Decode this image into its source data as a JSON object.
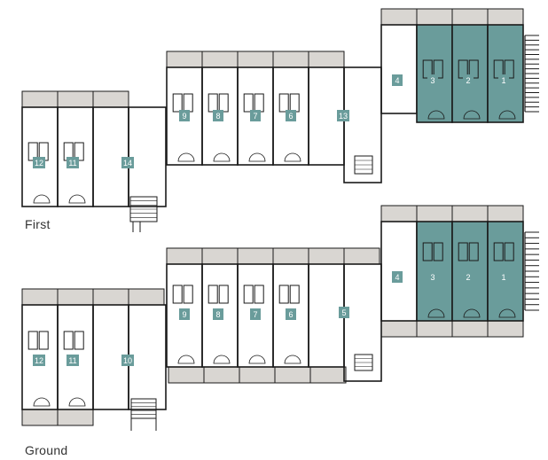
{
  "colors": {
    "wall": "#1a1a1a",
    "terrace": "#d9d6d2",
    "highlight": "#6a9c9b",
    "badge": "#6a9c9b",
    "badge_text": "#ffffff",
    "background": "#ffffff"
  },
  "floors": {
    "first": {
      "label": "First",
      "units": [
        "1",
        "2",
        "3",
        "4",
        "6",
        "7",
        "8",
        "9",
        "11",
        "12",
        "13",
        "14"
      ],
      "highlighted_units": [
        "1",
        "2",
        "3"
      ]
    },
    "ground": {
      "label": "Ground",
      "units": [
        "1",
        "2",
        "3",
        "4",
        "5",
        "6",
        "7",
        "8",
        "9",
        "10",
        "11",
        "12"
      ],
      "highlighted_units": [
        "1",
        "2",
        "3"
      ]
    }
  }
}
